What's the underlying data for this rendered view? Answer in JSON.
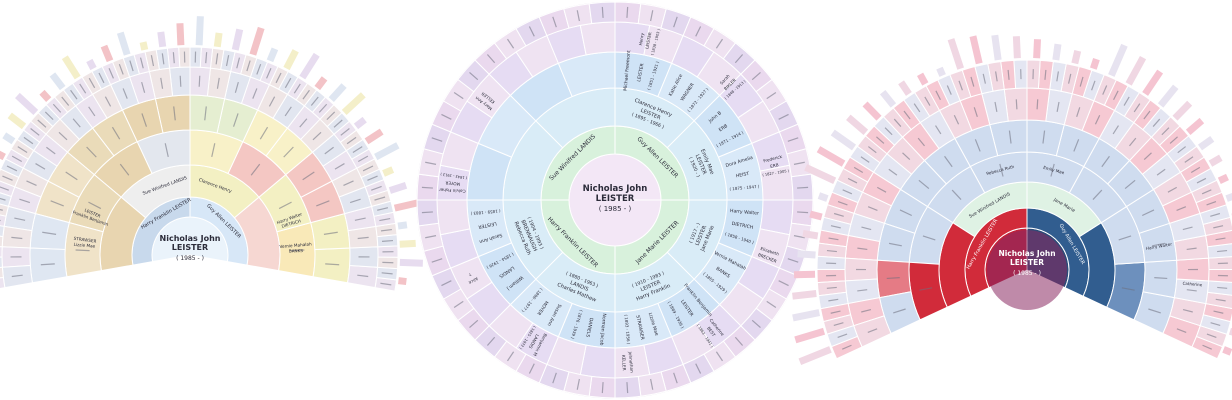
{
  "colors": {
    "left": {
      "center": "#eaf3fb",
      "ring1": [
        "#d7e7f7",
        "#c8d9ec"
      ],
      "paternal": [
        "#dbe8c9",
        "#cfe0b5",
        "#f6d7d2",
        "#f9e9b8",
        "#f3f0c3",
        "#f4c7c3",
        "#f8f1c8",
        "#e5eed1"
      ],
      "maternal": [
        "#e8d5b0",
        "#eadbb9",
        "#f0e3c8",
        "#dfe7f2",
        "#d5e2f0",
        "#e9e6f0",
        "#eeeeee",
        "#e3e7ee"
      ],
      "outer": "#e6e1ea",
      "stroke": "#ffffff"
    },
    "middle": {
      "center": "#f3e7f6",
      "ring1": "#d8f1dc",
      "ring2": "#d9ecf7",
      "ring3": "#cfe3f6",
      "ring4": "#e9ddf3",
      "ring5": "#eddff0",
      "stroke": "#ffffff"
    },
    "right": {
      "root": "#c2233a",
      "root_right": "#2c4c78",
      "paternal_dark": "#d12b3a",
      "maternal_dark": "#315d8f",
      "paternal_mid": "#e57b85",
      "maternal_mid": "#6d90bd",
      "light_pink": "#f6c9d3",
      "light_blue": "#cfdcef",
      "green": "#dff2e4",
      "stroke": "#ffffff"
    }
  },
  "left_chart": {
    "root_name": "Nicholas John",
    "root_surname": "LEISTER",
    "root_dates": "( 1985 - )",
    "parent_labels": [
      "Harry Franklin LEISTER",
      "Guy Allen LEISTER"
    ],
    "inner_labels": [
      "Sue Winifred LANDIS",
      "Clarence Henry"
    ],
    "bottom_labels": [
      {
        "text": "Lizzie Mae",
        "sub": "STRAWSER"
      },
      {
        "text": "Franklin Benjamin",
        "sub": "LEISTER"
      },
      {
        "text": "Harry Walter",
        "sub": "DIETRICH"
      },
      {
        "text": "Vernie Mahalah",
        "sub": "BANKS"
      }
    ]
  },
  "middle_chart": {
    "root_name": "Nicholas John",
    "root_surname": "LEISTER",
    "root_dates": "( 1985 - )",
    "ring1": [
      "Guy Allen LEISTER",
      "Jane Marie LEISTER",
      "Harry Franklin LEISTER",
      "Sue Winifred LANDIS"
    ],
    "ring2": [
      {
        "name": "Clarence Henry",
        "surname": "LEISTER",
        "dates": "( 1895 - 1966 )"
      },
      {
        "name": "Emily Mae",
        "surname": "LEISTER",
        "dates": "( 1920 - )"
      },
      {
        "name": "Jane Marie",
        "surname": "LEISTER",
        "dates": "( 1917 - )"
      },
      {
        "name": "Harry Franklin",
        "surname": "LEISTER",
        "dates": "( 1910 - 1983 )"
      },
      {
        "name": "Charles Mathew",
        "surname": "LANDIS",
        "dates": "( 1880 - 1963 )"
      },
      {
        "name": "Rebecca Ruth",
        "surname": "BRENNAUGH",
        "dates": "( 1904 - 1993 )"
      }
    ],
    "ring3": [
      {
        "name": "Michael Freemont",
        "surname": "LEISTER",
        "dates": "( 1851 - 1921 )"
      },
      {
        "name": "Katie Alice",
        "surname": "WAGNER",
        "dates": "( 1872 - 1927 )"
      },
      {
        "name": "John B",
        "surname": "ERB",
        "dates": "( 1871 - 1914 )"
      },
      {
        "name": "Dora Amelia",
        "surname": "HEIST",
        "dates": "( 1875 - 1947 )"
      },
      {
        "name": "Harry Walter",
        "surname": "DIETRICH",
        "dates": "( 1858 - 1940 )"
      },
      {
        "name": "Vernie Mahalah",
        "surname": "BANKS",
        "dates": "( 1855 - 1929 )"
      },
      {
        "name": "Franklin Benjamin",
        "surname": "LEISTER",
        "dates": "( 1869 - 1936 )"
      },
      {
        "name": "Lizzie Mae",
        "surname": "STRAWSER",
        "dates": "( 1893 - 1956 )"
      },
      {
        "name": "Norman Jacob",
        "surname": "DANIELS",
        "dates": "( 1876 - 1939 )"
      },
      {
        "name": "Susan Ann",
        "surname": "MOYER",
        "dates": "( 1896 - 1977 )"
      },
      {
        "name": "William J",
        "surname": "LANDIS",
        "dates": "( 1854 - 1926 )"
      },
      {
        "name": "Sarah Ann",
        "surname": "LEISTER",
        "dates": "( 1859 - 1883 )"
      }
    ],
    "ring4": [
      {
        "name": "Henry",
        "surname": "LEISTER",
        "dates": "( 1838 - 1903 )"
      },
      {
        "name": "Sarah",
        "surname": "BIKLER",
        "dates": "( 1848 - 1913 )"
      },
      {
        "name": "Frederick",
        "surname": "ERB",
        "dates": "( 1827 - 1905 )"
      },
      {
        "name": "Elizabeth",
        "surname": "BRECKER",
        "dates": ""
      },
      {
        "name": "Catherine",
        "surname": "BEST",
        "dates": "( 1863 - 1941 )"
      },
      {
        "name": "Johnathan",
        "surname": "KELLER",
        "dates": ""
      },
      {
        "name": "Benjamin M",
        "surname": "LANDIS",
        "dates": "( 1825 - 1872 )"
      },
      {
        "name": "Alice",
        "surname": "?",
        "dates": ""
      },
      {
        "name": "Calvin Fisher",
        "surname": "MOYER",
        "dates": "( 1843 - 1913 )"
      },
      {
        "name": "Mary Ann",
        "surname": "KELLER",
        "dates": ""
      }
    ]
  },
  "right_chart": {
    "root_name": "Nicholas John",
    "root_surname": "LEISTER",
    "root_dates": "( 1985 - )",
    "parent_labels": [
      "Harry Franklin LEISTER",
      "Guy Allen LEISTER"
    ],
    "ring_labels": [
      "Sue Winifred LANDIS",
      "Jane Marie",
      "Rebecca Ruth",
      "Emily Mae",
      "Harry Walter",
      "Catherine"
    ]
  }
}
